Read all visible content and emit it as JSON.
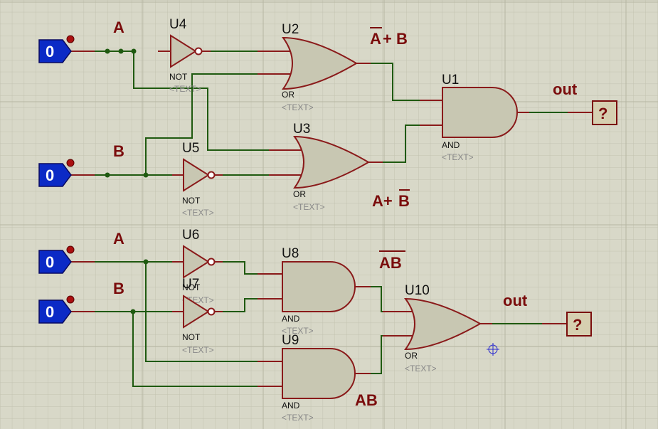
{
  "inputs": [
    {
      "id": "in1",
      "value": "0"
    },
    {
      "id": "in2",
      "value": "0"
    },
    {
      "id": "in3",
      "value": "0"
    },
    {
      "id": "in4",
      "value": "0"
    }
  ],
  "input_labels": {
    "a_top": "A",
    "b_top": "B",
    "a_bottom": "A",
    "b_bottom": "B"
  },
  "gates": {
    "U4": {
      "ref": "U4",
      "type": "NOT",
      "text": "<TEXT>"
    },
    "U5": {
      "ref": "U5",
      "type": "NOT",
      "text": "<TEXT>"
    },
    "U2": {
      "ref": "U2",
      "type": "OR",
      "text": "<TEXT>"
    },
    "U3": {
      "ref": "U3",
      "type": "OR",
      "text": "<TEXT>"
    },
    "U1": {
      "ref": "U1",
      "type": "AND",
      "text": "<TEXT>"
    },
    "U6": {
      "ref": "U6",
      "type": "NOT",
      "text": "<TEXT>"
    },
    "U7": {
      "ref": "U7",
      "type": "NOT",
      "text": "<TEXT>"
    },
    "U8": {
      "ref": "U8",
      "type": "AND",
      "text": "<TEXT>"
    },
    "U9": {
      "ref": "U9",
      "type": "AND",
      "text": "<TEXT>"
    },
    "U10": {
      "ref": "U10",
      "type": "OR",
      "text": "<TEXT>"
    }
  },
  "expressions": {
    "e1_a": "A",
    "e1_rest": "+ B",
    "e2_a": "A+",
    "e2_b": "B",
    "e3": "AB",
    "e4": "AB"
  },
  "outputs": [
    {
      "id": "out1",
      "label": "out",
      "value": "?"
    },
    {
      "id": "out2",
      "label": "out",
      "value": "?"
    }
  ]
}
